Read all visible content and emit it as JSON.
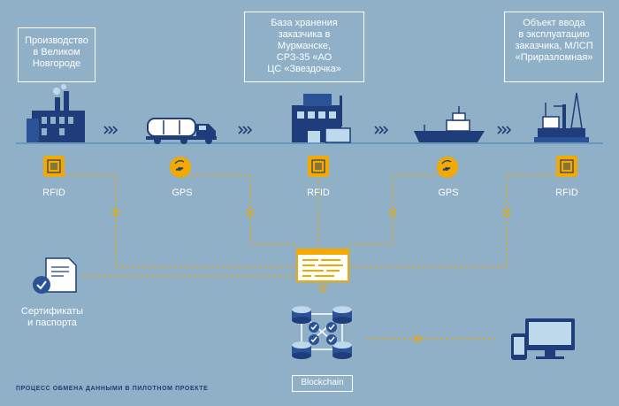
{
  "nodes": {
    "production": "Производство\nв Великом\nНовгороде",
    "storage": "База хранения\nзаказчика в Мурманске,\nСРЗ-35 «АО\nЦС «Звездочка»",
    "commissioning": "Объект ввода\nв эксплуатацию\nзаказчика, МЛСП\n«Приразломная»"
  },
  "tags": {
    "rfid1": "RFID",
    "gps1": "GPS",
    "rfid2": "RFID",
    "gps2": "GPS",
    "rfid3": "RFID"
  },
  "certificates": "Сертификаты\nи паспорта",
  "blockchain": "Blockchain",
  "footer": "ПРОЦЕСС ОБМЕНА ДАННЫМИ В ПИЛОТНОМ ПРОЕКТЕ",
  "colors": {
    "background": "#8fb0c6",
    "navy": "#1f3d7a",
    "accent": "#f2a900",
    "white": "#ffffff",
    "light_blue": "#bfd9ec"
  }
}
